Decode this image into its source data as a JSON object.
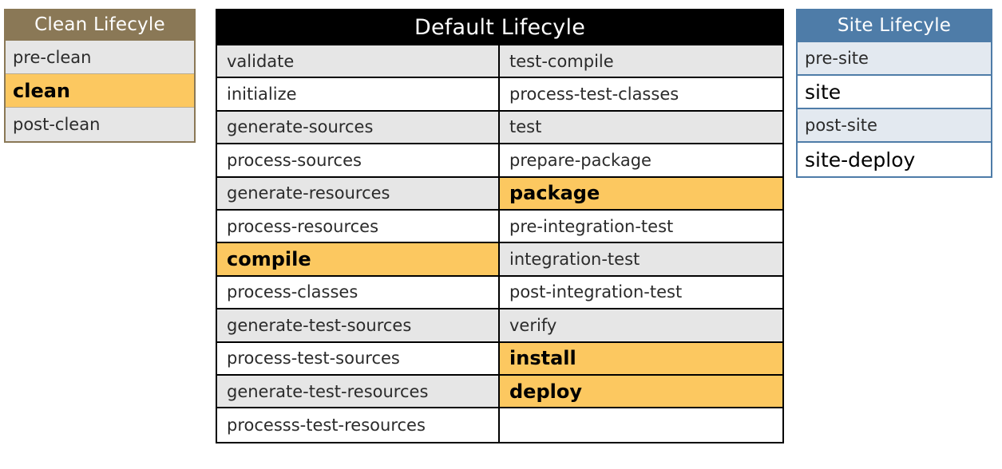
{
  "colors": {
    "clean_header_bg": "#8a7856",
    "clean_border": "#8a7856",
    "default_header_bg": "#000000",
    "default_border": "#000000",
    "site_header_bg": "#4e7ca8",
    "site_border": "#4e7ca8",
    "highlight_amber": "#fcc860",
    "row_gray": "#e6e6e6",
    "row_white": "#ffffff",
    "row_bluegray": "#e3e9f0",
    "text": "#2b2b2b",
    "header_text": "#ffffff",
    "page_bg": "#ffffff"
  },
  "clean_lifecycle": {
    "title": "Clean Lifecyle",
    "rows": [
      {
        "label": "pre-clean",
        "shade": "gray",
        "highlight": false
      },
      {
        "label": "clean",
        "shade": "amber",
        "highlight": true
      },
      {
        "label": "post-clean",
        "shade": "gray",
        "highlight": false
      }
    ]
  },
  "default_lifecycle": {
    "title": "Default Lifecyle",
    "rows": [
      {
        "left": {
          "label": "validate",
          "shade": "gray",
          "highlight": false
        },
        "right": {
          "label": "test-compile",
          "shade": "gray",
          "highlight": false
        }
      },
      {
        "left": {
          "label": "initialize",
          "shade": "white",
          "highlight": false
        },
        "right": {
          "label": "process-test-classes",
          "shade": "white",
          "highlight": false
        }
      },
      {
        "left": {
          "label": "generate-sources",
          "shade": "gray",
          "highlight": false
        },
        "right": {
          "label": "test",
          "shade": "gray",
          "highlight": false
        }
      },
      {
        "left": {
          "label": "process-sources",
          "shade": "white",
          "highlight": false
        },
        "right": {
          "label": "prepare-package",
          "shade": "white",
          "highlight": false
        }
      },
      {
        "left": {
          "label": "generate-resources",
          "shade": "gray",
          "highlight": false
        },
        "right": {
          "label": "package",
          "shade": "amber",
          "highlight": true
        }
      },
      {
        "left": {
          "label": "process-resources",
          "shade": "white",
          "highlight": false
        },
        "right": {
          "label": "pre-integration-test",
          "shade": "white",
          "highlight": false
        }
      },
      {
        "left": {
          "label": "compile",
          "shade": "amber",
          "highlight": true
        },
        "right": {
          "label": "integration-test",
          "shade": "gray",
          "highlight": false
        }
      },
      {
        "left": {
          "label": "process-classes",
          "shade": "white",
          "highlight": false
        },
        "right": {
          "label": "post-integration-test",
          "shade": "white",
          "highlight": false
        }
      },
      {
        "left": {
          "label": "generate-test-sources",
          "shade": "gray",
          "highlight": false
        },
        "right": {
          "label": "verify",
          "shade": "gray",
          "highlight": false
        }
      },
      {
        "left": {
          "label": "process-test-sources",
          "shade": "white",
          "highlight": false
        },
        "right": {
          "label": "install",
          "shade": "amber",
          "highlight": true
        }
      },
      {
        "left": {
          "label": "generate-test-resources",
          "shade": "gray",
          "highlight": false
        },
        "right": {
          "label": "deploy",
          "shade": "amber",
          "highlight": true
        }
      },
      {
        "left": {
          "label": "processs-test-resources",
          "shade": "white",
          "highlight": false
        },
        "right": {
          "label": "",
          "shade": "white",
          "highlight": false
        }
      }
    ]
  },
  "site_lifecycle": {
    "title": "Site Lifecyle",
    "rows": [
      {
        "label": "pre-site",
        "shade": "bluegray",
        "highlight": false
      },
      {
        "label": "site",
        "shade": "white",
        "highlight": true
      },
      {
        "label": "post-site",
        "shade": "bluegray",
        "highlight": false
      },
      {
        "label": "site-deploy",
        "shade": "white",
        "highlight": true
      }
    ]
  }
}
